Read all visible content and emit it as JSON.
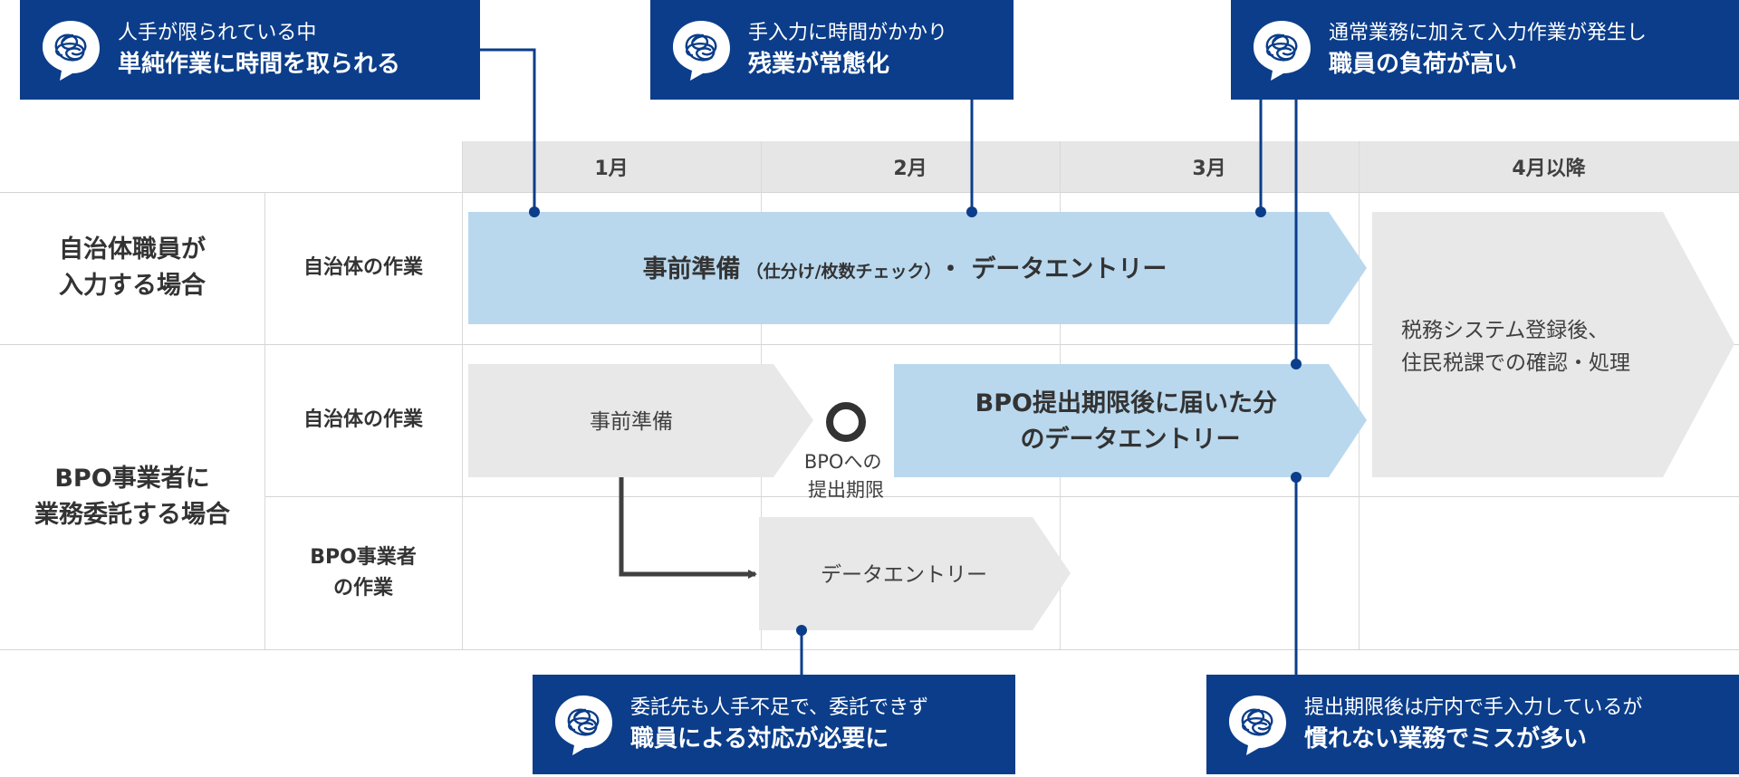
{
  "months": [
    "1月",
    "2月",
    "3月",
    "4月以降"
  ],
  "rows": {
    "group_staff": "自治体職員が\n入力する場合",
    "group_bpo": "BPO事業者に\n業務委託する場合",
    "task_municipal": "自治体の作業",
    "task_bpo": "BPO事業者\nの作業"
  },
  "bars": {
    "prep_main": "事前準備",
    "prep_sub": "（仕分け/枚数チェック）",
    "prep_tail": "・ データエントリー",
    "after_line1": "税務システム登録後、",
    "after_line2": "住民税課での確認・処理",
    "prep_short": "事前準備",
    "late_entry_line1": "BPO提出期限後に届いた分",
    "late_entry_line2": "のデータエントリー",
    "bpo_entry": "データエントリー"
  },
  "milestone": {
    "line1": "BPOへの",
    "line2": "提出期限"
  },
  "callouts": [
    {
      "line1": "人手が限られている中",
      "line2": "単純作業に時間を取られる"
    },
    {
      "line1": "手入力に時間がかかり",
      "line2": "残業が常態化"
    },
    {
      "line1": "通常業務に加えて入力作業が発生し",
      "line2": "職員の負荷が高い"
    },
    {
      "line1": "委託先も人手不足で、委託できず",
      "line2": "職員による対応が必要に"
    },
    {
      "line1": "提出期限後は庁内で手入力しているが",
      "line2": "慣れない業務でミスが多い"
    }
  ],
  "colors": {
    "navy": "#0b3d8a",
    "light_blue": "#b9d8ee",
    "light_gray": "#e8e8e8",
    "header_gray": "#e6e6e6"
  },
  "icons": [
    "tangled-thought-icon"
  ]
}
